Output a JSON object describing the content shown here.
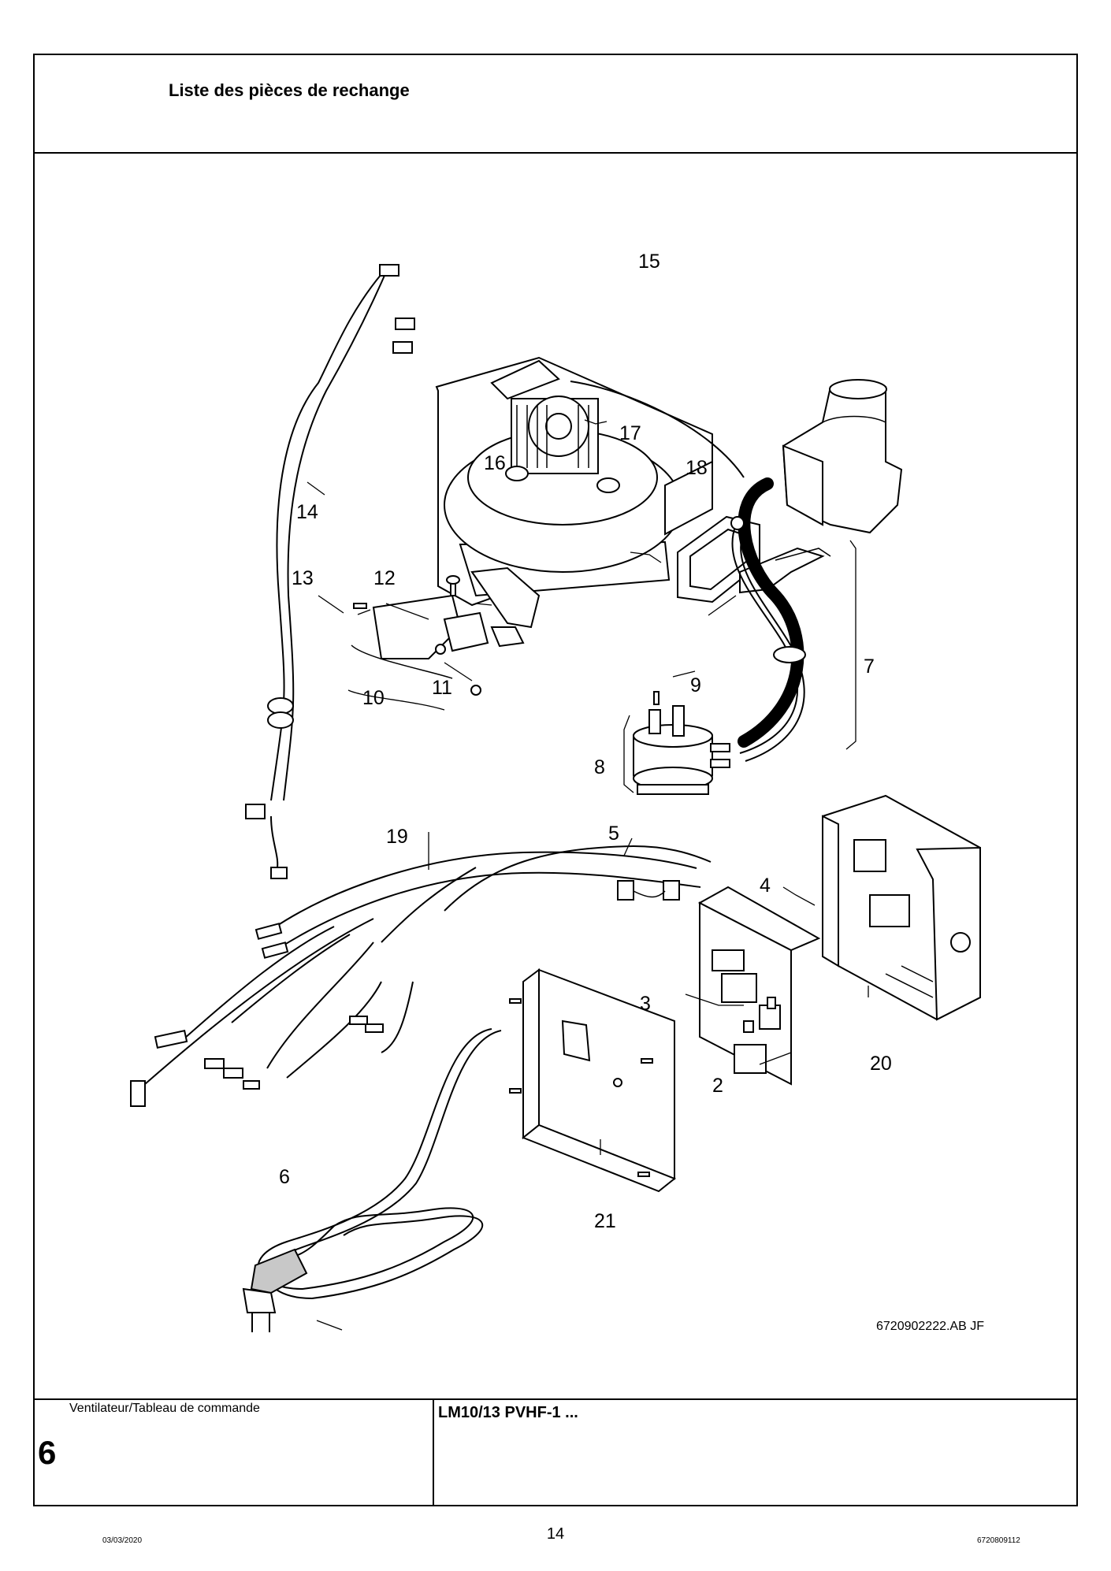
{
  "header": {
    "title": "Liste des pièces de rechange"
  },
  "footer": {
    "section_label": "Ventilateur/Tableau de commande",
    "section_number": "6",
    "model": "LM10/13 PVHF-1 ...",
    "page_number": "14",
    "date": "03/03/2020",
    "doc_number": "6720809112"
  },
  "drawing": {
    "reference": "6720902222.AB   JF",
    "part_labels": {
      "p2": "2",
      "p3": "3",
      "p4": "4",
      "p5": "5",
      "p6": "6",
      "p7": "7",
      "p8": "8",
      "p9": "9",
      "p10": "10",
      "p11": "11",
      "p12": "12",
      "p13": "13",
      "p14": "14",
      "p15": "15",
      "p16": "16",
      "p17": "17",
      "p18": "18",
      "p19": "19",
      "p20": "20",
      "p21": "21"
    }
  }
}
